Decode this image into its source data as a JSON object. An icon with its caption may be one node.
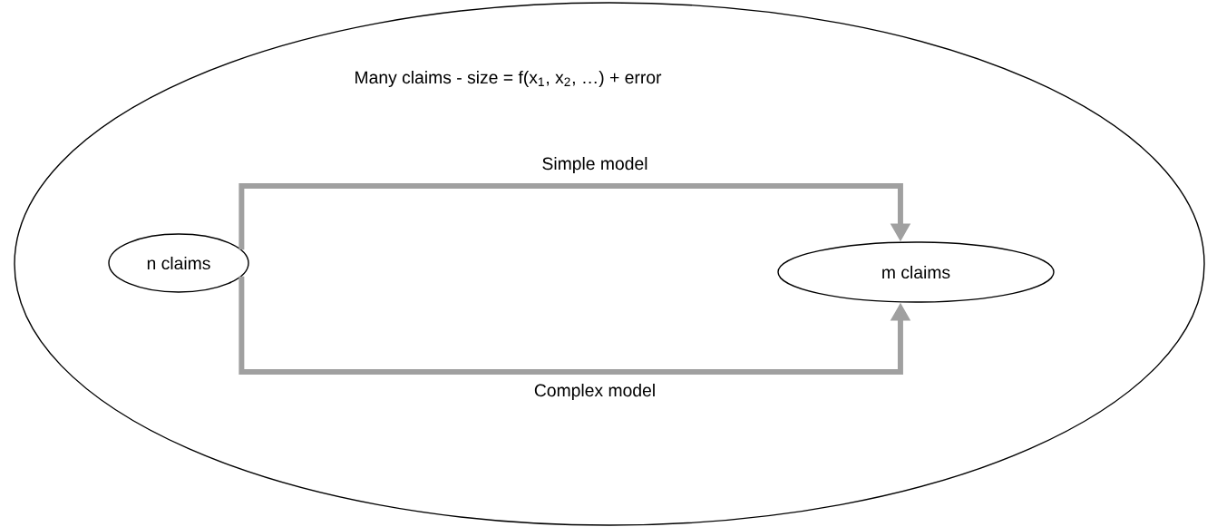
{
  "diagram": {
    "nodes": [
      {
        "text": [
          "Many claims - size = f(x$_{1}$, x$_{2}$, …) + error"
        ]
      },
      {
        "text": [
          "n claims"
        ],
        "in": 0
      },
      {
        "text": [
          "m claims"
        ],
        "in": 0
      }
    ],
    "edges": [
      {
        "from": 1,
        "to": 2,
        "arrow": "to",
        "label": "Simple model"
      },
      {
        "from": 1,
        "to": 2,
        "arrow": "to",
        "label": "Complex model"
      }
    ]
  }
}
